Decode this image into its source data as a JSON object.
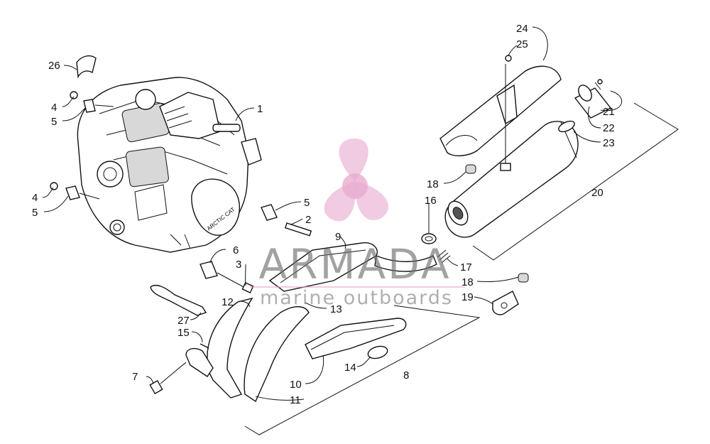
{
  "watermark": {
    "brand": "ARMADA",
    "tagline": "marine outboards",
    "brand_color": "#6e6e6e",
    "accent_color": "#e39ac4"
  },
  "callouts": [
    {
      "id": "c26",
      "label": "26"
    },
    {
      "id": "c4a",
      "label": "4"
    },
    {
      "id": "c5a",
      "label": "5"
    },
    {
      "id": "c1",
      "label": "1"
    },
    {
      "id": "c4b",
      "label": "4"
    },
    {
      "id": "c5b",
      "label": "5"
    },
    {
      "id": "c5c",
      "label": "5"
    },
    {
      "id": "c2",
      "label": "2"
    },
    {
      "id": "c6",
      "label": "6"
    },
    {
      "id": "c3",
      "label": "3"
    },
    {
      "id": "c9",
      "label": "9"
    },
    {
      "id": "c12",
      "label": "12"
    },
    {
      "id": "c13",
      "label": "13"
    },
    {
      "id": "c27",
      "label": "27"
    },
    {
      "id": "c15",
      "label": "15"
    },
    {
      "id": "c7",
      "label": "7"
    },
    {
      "id": "c10",
      "label": "10"
    },
    {
      "id": "c11",
      "label": "11"
    },
    {
      "id": "c14",
      "label": "14"
    },
    {
      "id": "c8",
      "label": "8"
    },
    {
      "id": "c24",
      "label": "24"
    },
    {
      "id": "c25",
      "label": "25"
    },
    {
      "id": "c21",
      "label": "21"
    },
    {
      "id": "c22",
      "label": "22"
    },
    {
      "id": "c23",
      "label": "23"
    },
    {
      "id": "c18a",
      "label": "18"
    },
    {
      "id": "c20",
      "label": "20"
    },
    {
      "id": "c16",
      "label": "16"
    },
    {
      "id": "c17",
      "label": "17"
    },
    {
      "id": "c18b",
      "label": "18"
    },
    {
      "id": "c19",
      "label": "19"
    }
  ],
  "engine_badge": "ARCTIC CAT"
}
